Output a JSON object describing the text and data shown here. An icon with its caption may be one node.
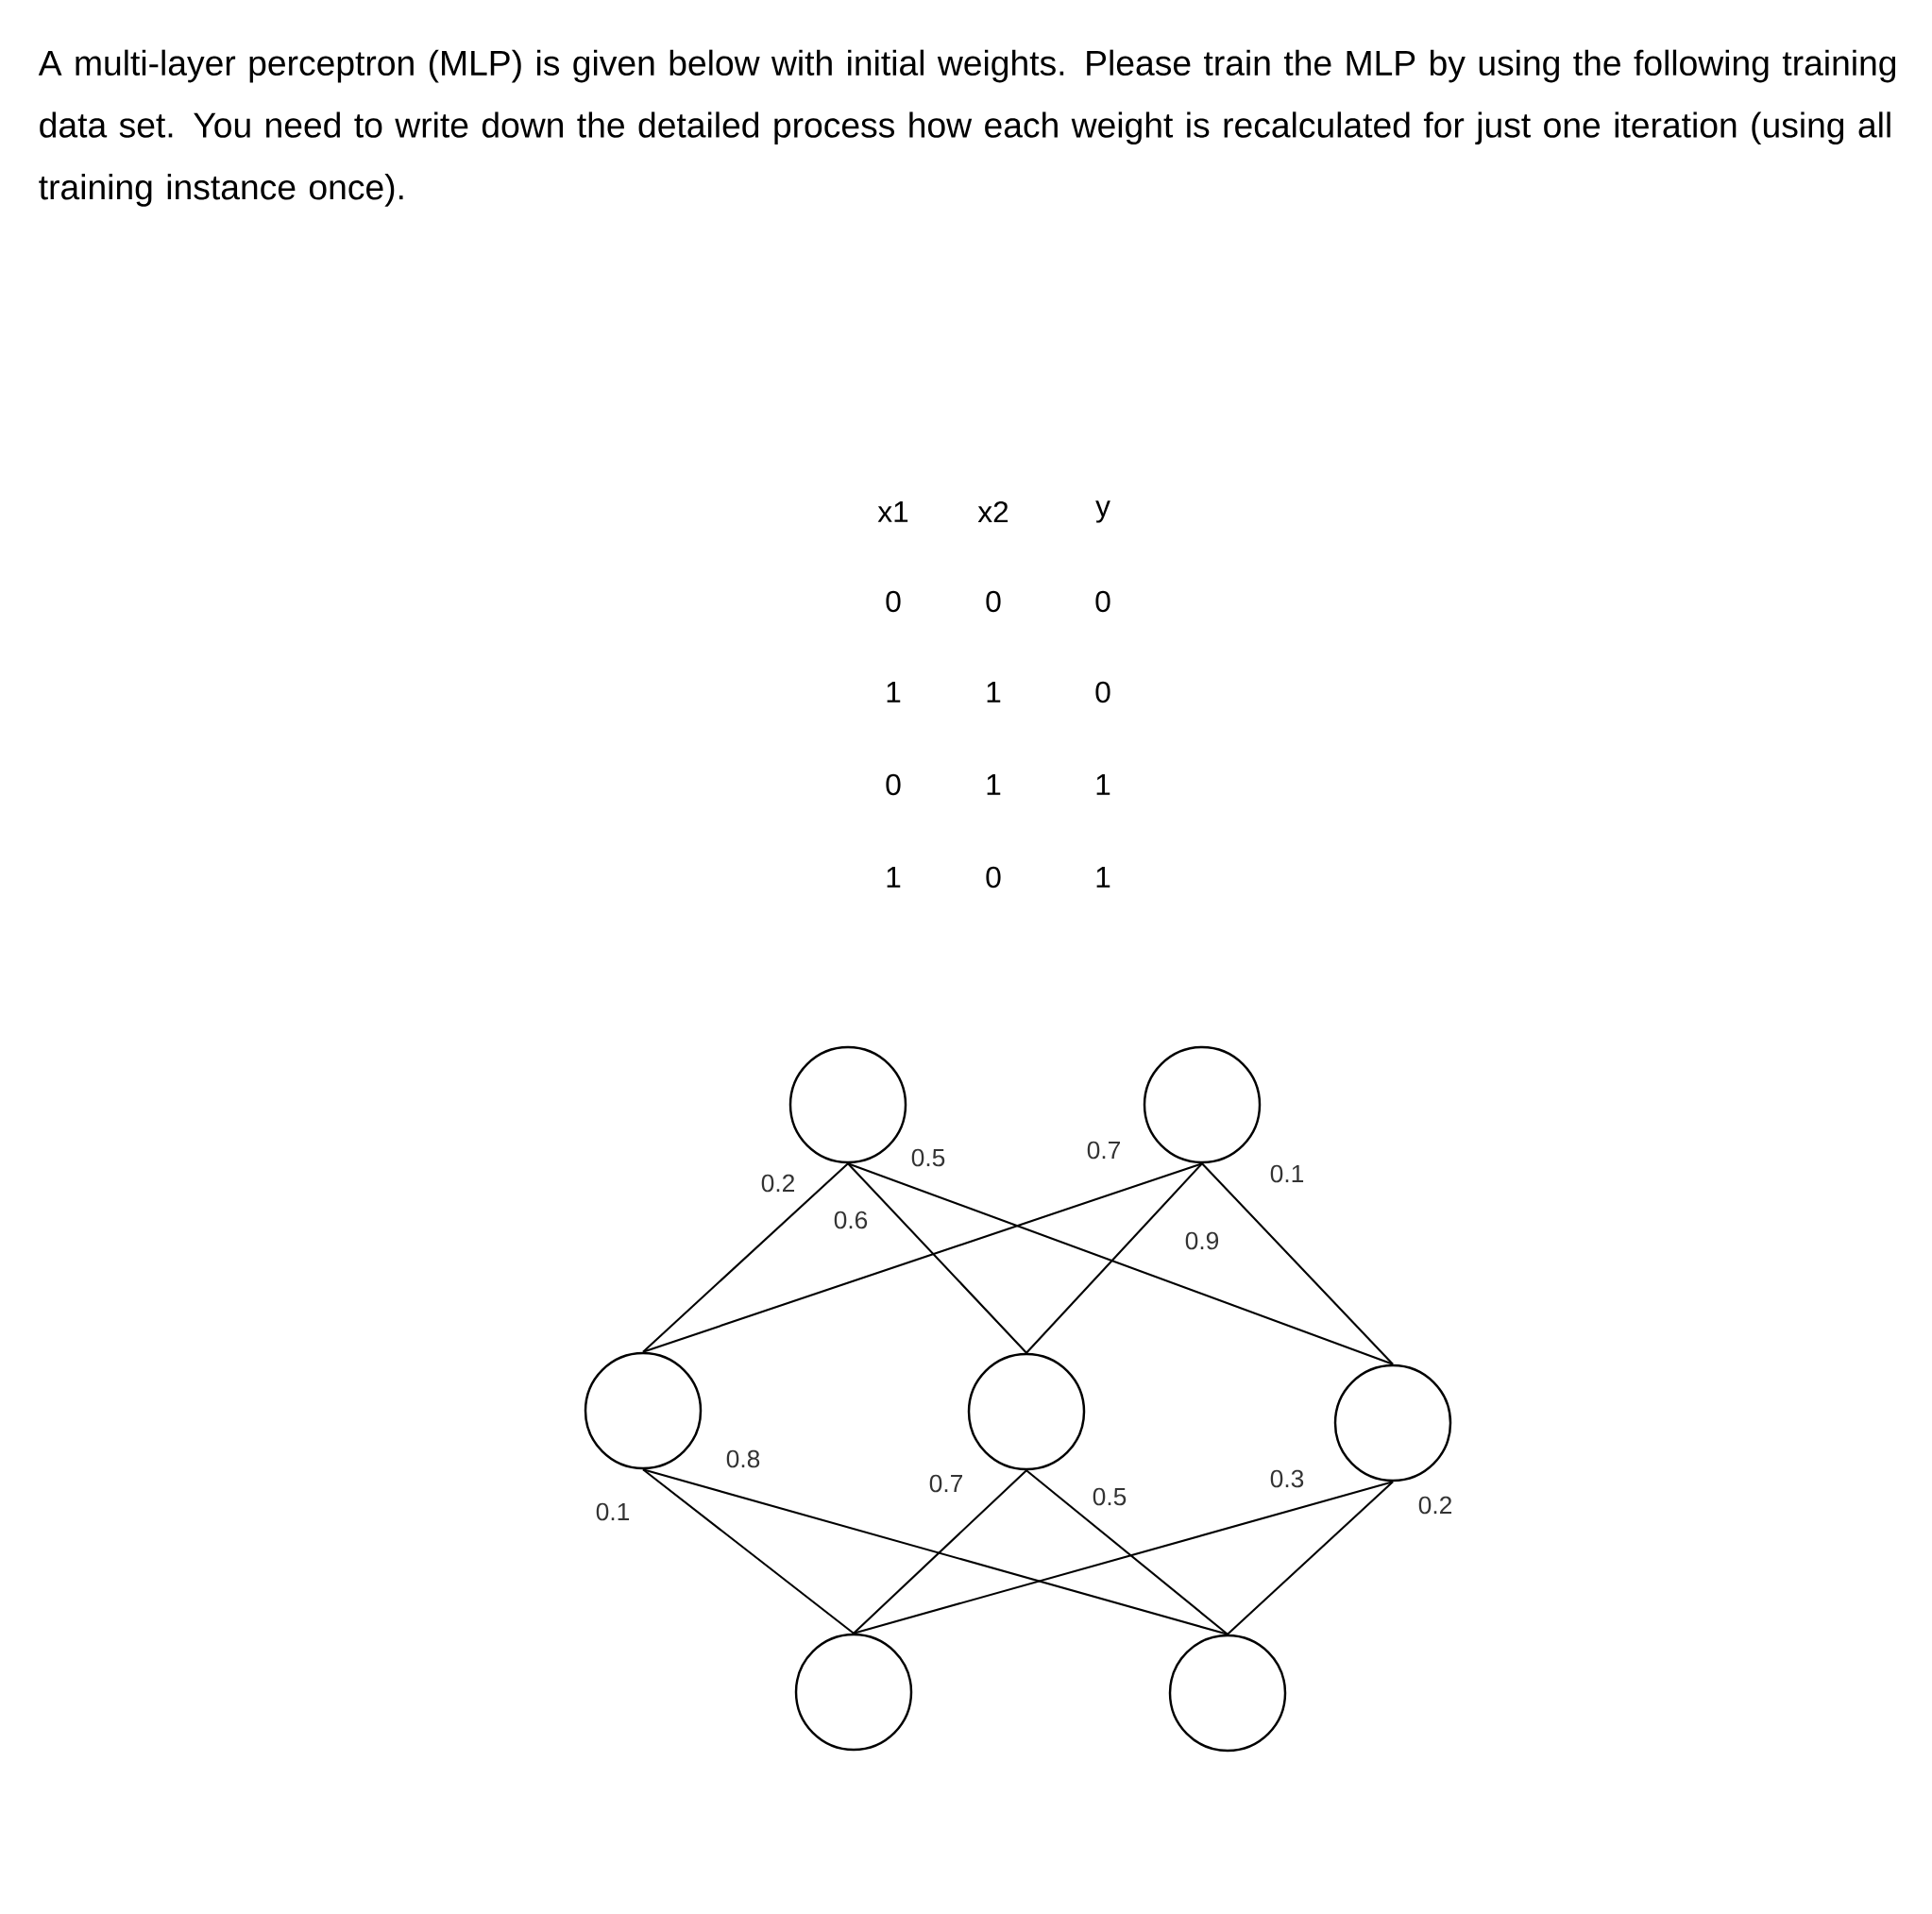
{
  "diagram": {
    "title": "A multi-layer perceptron (MLP) is given below with initial weights. Please train the MLP by using the following training data set. You need to write down the detailed process how each weight is recalculated for just one iteration (using all training instance once).",
    "nodes": [
      {
        "text": [],
        "shape": "circle"
      },
      {
        "text": [],
        "shape": "circle"
      },
      {
        "text": [],
        "shape": "circle"
      },
      {
        "text": [],
        "shape": "circle"
      },
      {
        "text": [],
        "shape": "circle"
      },
      {
        "text": [],
        "shape": "circle"
      },
      {
        "text": [],
        "shape": "circle"
      }
    ],
    "edges": [
      {
        "from": 0,
        "to": 2,
        "arrow": "none",
        "label": "0.2"
      },
      {
        "from": 0,
        "to": 3,
        "arrow": "none",
        "label": "0.6"
      },
      {
        "from": 0,
        "to": 4,
        "arrow": "none",
        "label": "0.5"
      },
      {
        "from": 1,
        "to": 2,
        "arrow": "none",
        "label": "0.7"
      },
      {
        "from": 1,
        "to": 3,
        "arrow": "none",
        "label": "0.9"
      },
      {
        "from": 1,
        "to": 4,
        "arrow": "none",
        "label": "0.1"
      },
      {
        "from": 2,
        "to": 5,
        "arrow": "none",
        "label": "0.1"
      },
      {
        "from": 2,
        "to": 6,
        "arrow": "none",
        "label": "0.8"
      },
      {
        "from": 3,
        "to": 5,
        "arrow": "none",
        "label": "0.7"
      },
      {
        "from": 3,
        "to": 6,
        "arrow": "none",
        "label": "0.5"
      },
      {
        "from": 4,
        "to": 5,
        "arrow": "none",
        "label": "0.3"
      },
      {
        "from": 4,
        "to": 6,
        "arrow": "none",
        "label": "0.2"
      }
    ],
    "labels": [
      "x1",
      "x2",
      "y",
      "0",
      "0",
      "0",
      "1",
      "1",
      "0",
      "0",
      "1",
      "1",
      "1",
      "0",
      "1"
    ]
  }
}
